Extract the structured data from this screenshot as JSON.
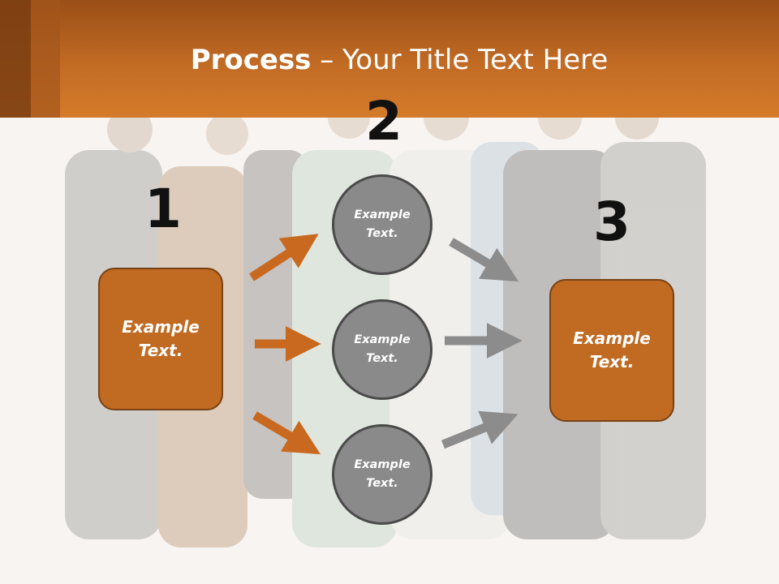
{
  "title": {
    "bold": "Process",
    "rest": " – Your Title Text Here"
  },
  "steps": [
    {
      "number": "1",
      "text": "Example Text."
    },
    {
      "number": "2",
      "circles": [
        "Example Text.",
        "Example Text.",
        "Example Text."
      ]
    },
    {
      "number": "3",
      "text": "Example Text."
    }
  ],
  "colors": {
    "accent": "#c06a22",
    "circle": "#8a8a8a",
    "arrow_orange": "#c8691f",
    "arrow_gray": "#8c8c8c"
  }
}
